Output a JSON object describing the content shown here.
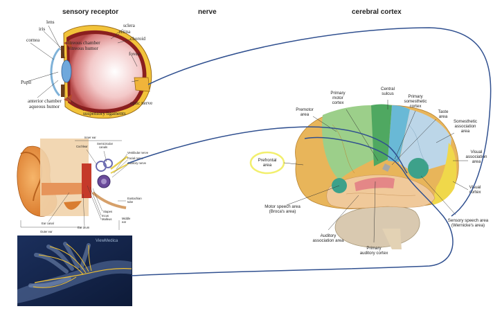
{
  "headers": {
    "sensory_receptor": "sensory receptor",
    "nerve": "nerve",
    "cerebral_cortex": "cerebral cortex"
  },
  "eye": {
    "lens": "lens",
    "iris": "iris",
    "cornea": "cornea",
    "pupil": "Pupil",
    "vitreous_line1": "vitreous chamber",
    "vitreous_line2": "vitreous humor",
    "sclera": "sclera",
    "retina": "retina",
    "choroid": "choroid",
    "fovea": "fovea",
    "anterior_line1": "anterior chamber",
    "anterior_line2": "aqueous humor",
    "optic_nerve": "optic nerve",
    "suspensory": "suspensory ligaments"
  },
  "ear": {
    "inner_ear": "Inner ear",
    "cochlear": "Cochlear",
    "semicircular_line1": "Semicircular",
    "semicircular_line2": "canals",
    "vestibular_nerve": "Vestibular nerve",
    "facial_nerve": "Facial nerve",
    "auditory_nerve": "Auditory nerve",
    "eustachian_line1": "Eustachian",
    "eustachian_line2": "tube",
    "stapes": "Stapes",
    "incus": "Incus",
    "malleus": "Malleus",
    "middle_line1": "Middle",
    "middle_line2": "ear",
    "ear_canal": "Ear canal",
    "ear_drum": "Ear drum",
    "outer_ear": "Outer ear"
  },
  "hand": {
    "watermark": "ViewMedica"
  },
  "brain": {
    "primary_motor": [
      "Primary",
      "motor",
      "cortex"
    ],
    "central_sulcus": [
      "Central",
      "sulcus"
    ],
    "primary_somesthetic": [
      "Primary",
      "somesthetic",
      "cortex"
    ],
    "premotor": [
      "Premotor",
      "area"
    ],
    "taste": [
      "Taste",
      "area"
    ],
    "somesthetic_assoc": [
      "Somesthetic",
      "association",
      "area"
    ],
    "prefrontal": [
      "Prefrontal",
      "area"
    ],
    "visual_assoc": [
      "Visual",
      "association",
      "area"
    ],
    "visual_cortex": [
      "Visual",
      "cortex"
    ],
    "motor_speech": [
      "Motor speech area",
      "(Broca's area)"
    ],
    "sensory_speech": [
      "Sensory speech area",
      "(Wernicke's area)"
    ],
    "auditory_assoc": [
      "Auditory",
      "association area"
    ],
    "primary_auditory": [
      "Primary",
      "auditory cortex"
    ]
  },
  "colors": {
    "nerve_line": "#2f4f8f",
    "frontal": "#e8b55a",
    "premotor": "#9ccf8a",
    "motor": "#4fa861",
    "somesthetic": "#69b9d6",
    "parietal": "#bcd6e8",
    "occipital": "#f0d84a",
    "temporal": "#f0c99a",
    "cerebellum": "#d9c9b0",
    "prefrontal_highlight": "#f2ef6e"
  }
}
